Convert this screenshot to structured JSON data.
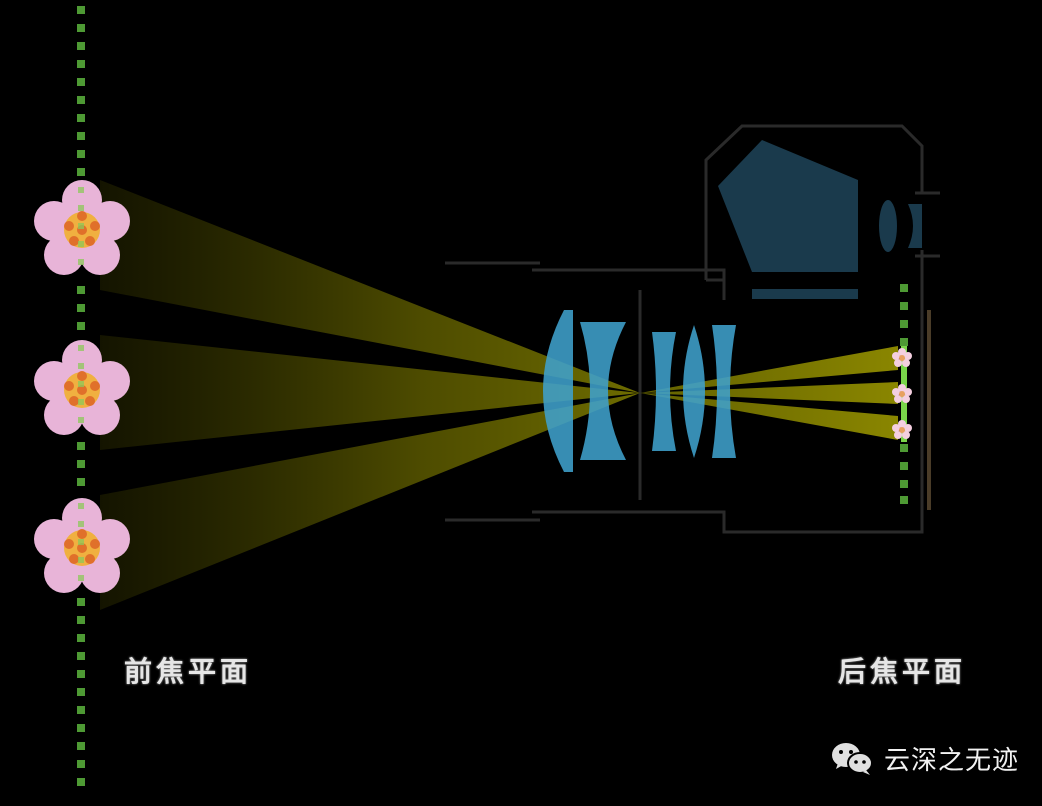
{
  "diagram": {
    "type": "optical-focus-illustration",
    "description": "Three flowers on the front focal plane project through a camera lens onto the back focal plane (sensor)",
    "colors": {
      "background": "#000000",
      "focal_plane_dots": "#5aa03c",
      "focal_plane_solid": "#7ad64a",
      "flower_petal": "#e8b4d8",
      "flower_center": "#f0b040",
      "flower_stamen": "#e0702a",
      "light_beam": "#6b6a00",
      "lens_glass": "#3fa0cc",
      "prism": "#1a3a4c",
      "camera_outline": "#2a2a2a",
      "sensor": "#5a4a30"
    },
    "front_focal_plane": {
      "label": "前焦平面",
      "flower_count": 3
    },
    "back_focal_plane": {
      "label": "后焦平面",
      "flower_count": 3
    },
    "lens_elements": 5
  },
  "watermark": {
    "icon": "wechat-icon",
    "text": "云深之无迹"
  }
}
